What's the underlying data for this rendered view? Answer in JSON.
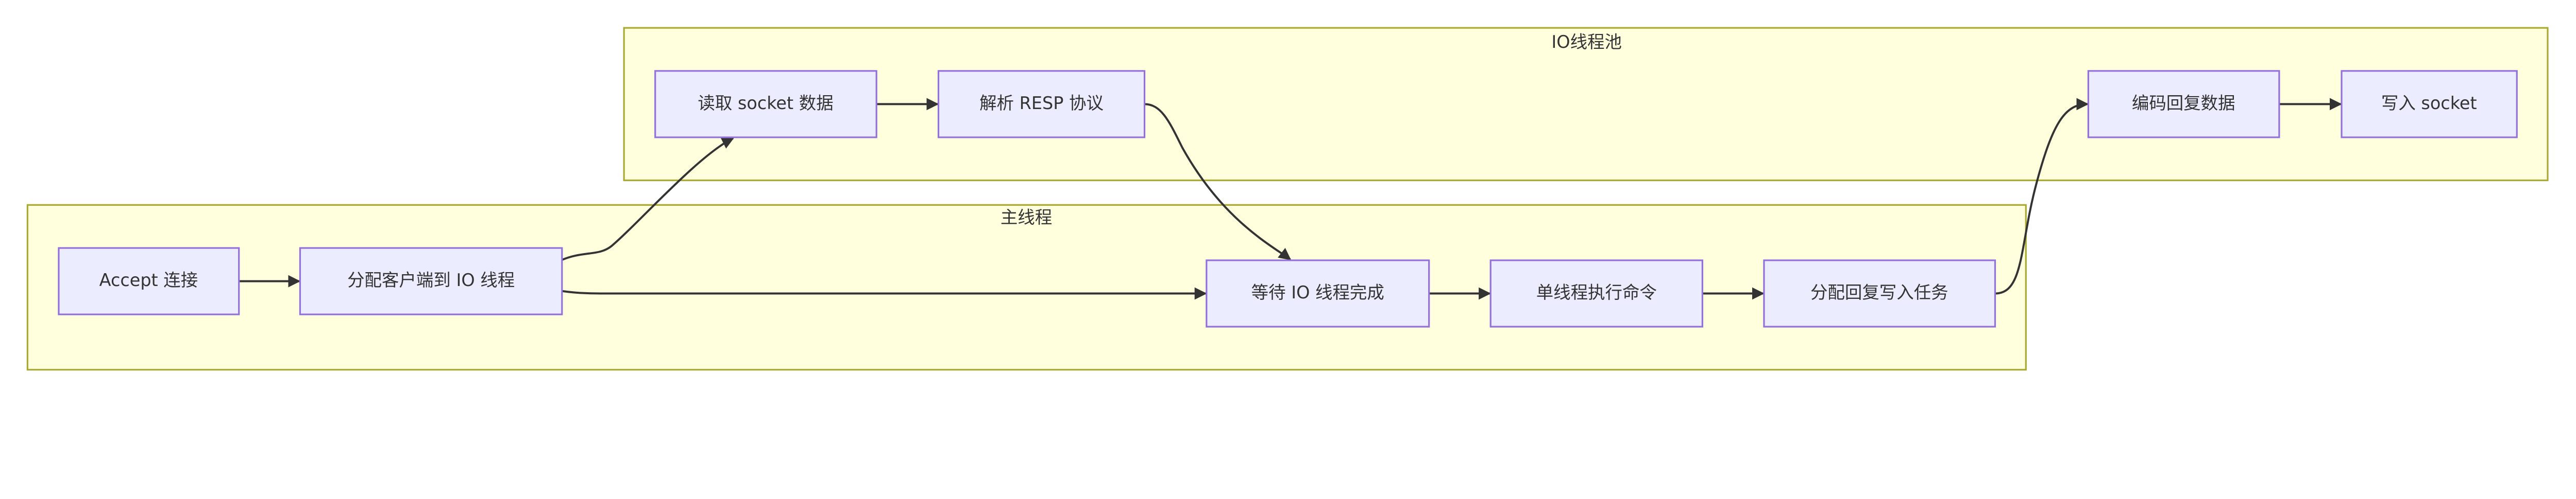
{
  "colors": {
    "cluster_fill": "#ffffde",
    "cluster_stroke": "#aaaa33",
    "node_fill": "#ececff",
    "node_stroke": "#9370db",
    "edge": "#333333"
  },
  "clusters": {
    "io_pool": {
      "label": "IO线程池"
    },
    "main_thread": {
      "label": "主线程"
    }
  },
  "nodes": {
    "read_socket": {
      "label": "读取 socket 数据"
    },
    "parse_resp": {
      "label": "解析 RESP 协议"
    },
    "encode_reply": {
      "label": "编码回复数据"
    },
    "write_socket": {
      "label": "写入 socket"
    },
    "accept": {
      "label": "Accept 连接"
    },
    "dispatch_client": {
      "label": "分配客户端到 IO 线程"
    },
    "wait_io": {
      "label": "等待 IO 线程完成"
    },
    "exec_cmd": {
      "label": "单线程执行命令"
    },
    "dispatch_reply": {
      "label": "分配回复写入任务"
    }
  },
  "edges": [
    {
      "from": "accept",
      "to": "dispatch_client"
    },
    {
      "from": "dispatch_client",
      "to": "read_socket"
    },
    {
      "from": "dispatch_client",
      "to": "wait_io"
    },
    {
      "from": "read_socket",
      "to": "parse_resp"
    },
    {
      "from": "parse_resp",
      "to": "wait_io"
    },
    {
      "from": "wait_io",
      "to": "exec_cmd"
    },
    {
      "from": "exec_cmd",
      "to": "dispatch_reply"
    },
    {
      "from": "dispatch_reply",
      "to": "encode_reply"
    },
    {
      "from": "encode_reply",
      "to": "write_socket"
    }
  ]
}
